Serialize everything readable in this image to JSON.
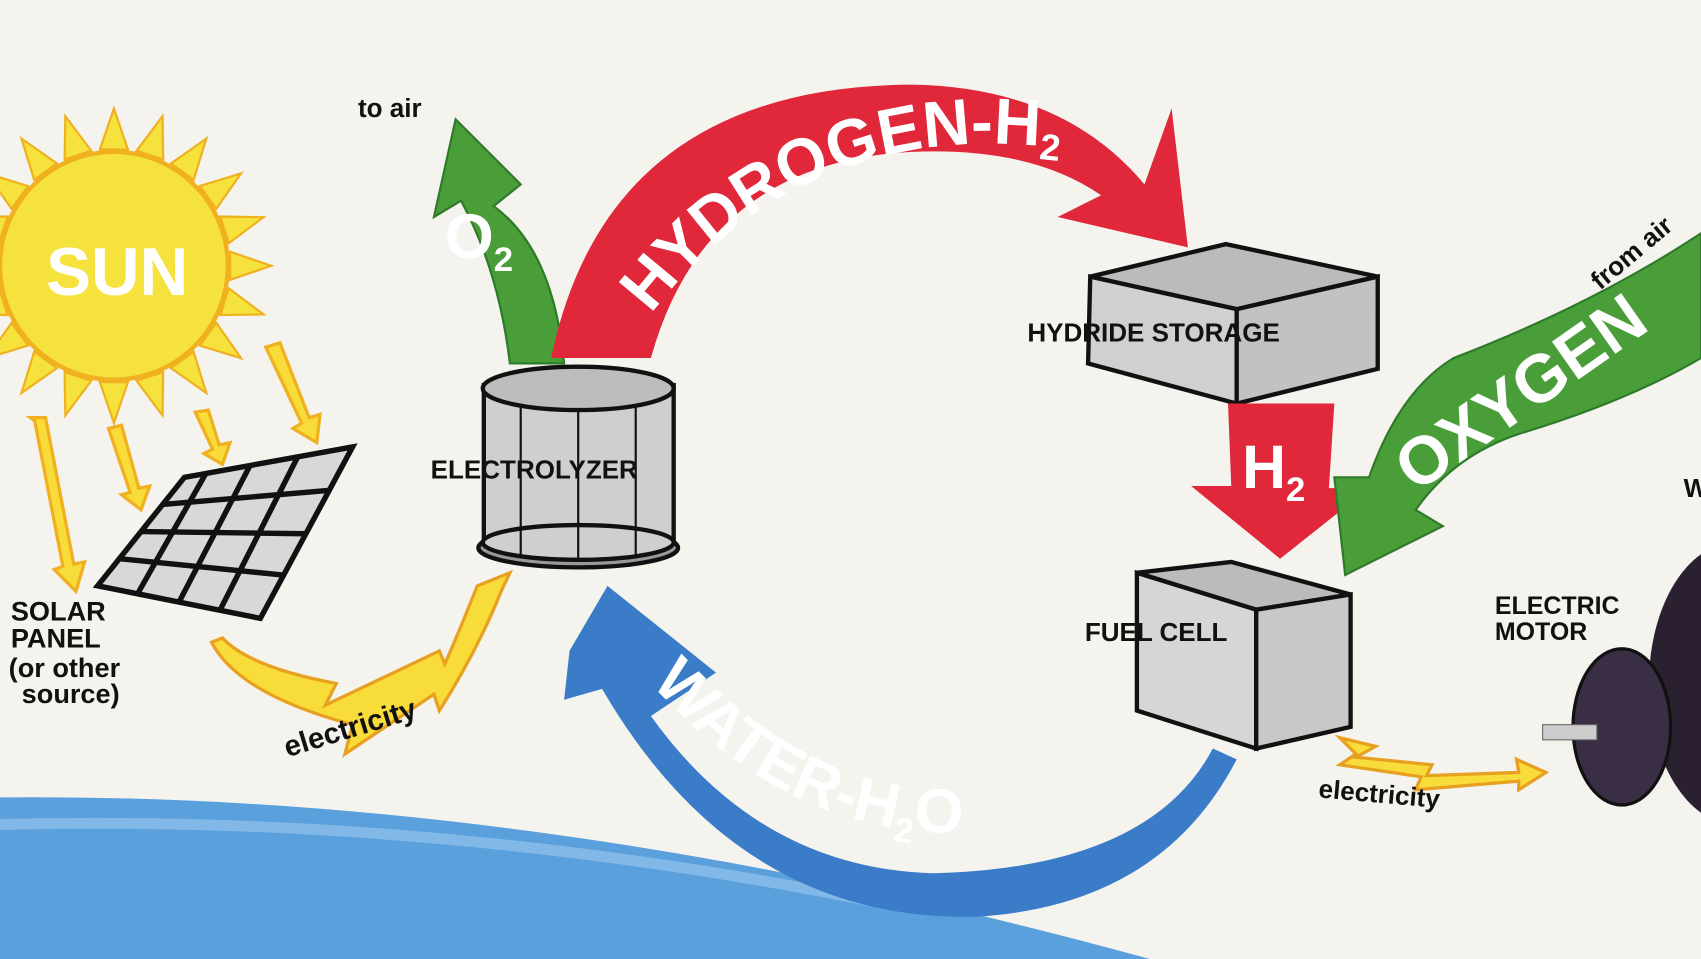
{
  "colors": {
    "background": "#f4f3ee",
    "sun": "#f6e23c",
    "sun_outline": "#f0b020",
    "oxygen_green": "#4a9e3a",
    "hydrogen_red": "#e0283a",
    "water_blue": "#3a7cc8",
    "electricity_yellow": "#f8dc3a",
    "box_gray": "#cfcfcf",
    "ocean": "#5aa0dc"
  },
  "sun": {
    "label": "SUN"
  },
  "solar_panel": {
    "line1": "SOLAR",
    "line2": "PANEL",
    "line3": "(or other",
    "line4": "source)"
  },
  "electricity_left": "electricity",
  "electrolyzer": {
    "label": "ELECTROLYZER"
  },
  "o2_arrow": {
    "main": "O",
    "sub": "2",
    "note": "to air"
  },
  "hydrogen_arrow": {
    "main": "HYDROGEN-H",
    "sub": "2"
  },
  "hydride_storage": {
    "label": "HYDRIDE STORAGE"
  },
  "h2_arrow": {
    "main": "H",
    "sub": "2"
  },
  "oxygen_arrow": {
    "main": "OXYGEN",
    "note": "from air"
  },
  "fuel_cell": {
    "label": "FUEL CELL"
  },
  "electricity_right": "electricity",
  "electric_motor": {
    "line1": "ELECTRIC",
    "line2": "MOTOR"
  },
  "partial_text": "W",
  "water_arrow": {
    "main": "WATER-H",
    "sub": "2",
    "end": "O"
  }
}
